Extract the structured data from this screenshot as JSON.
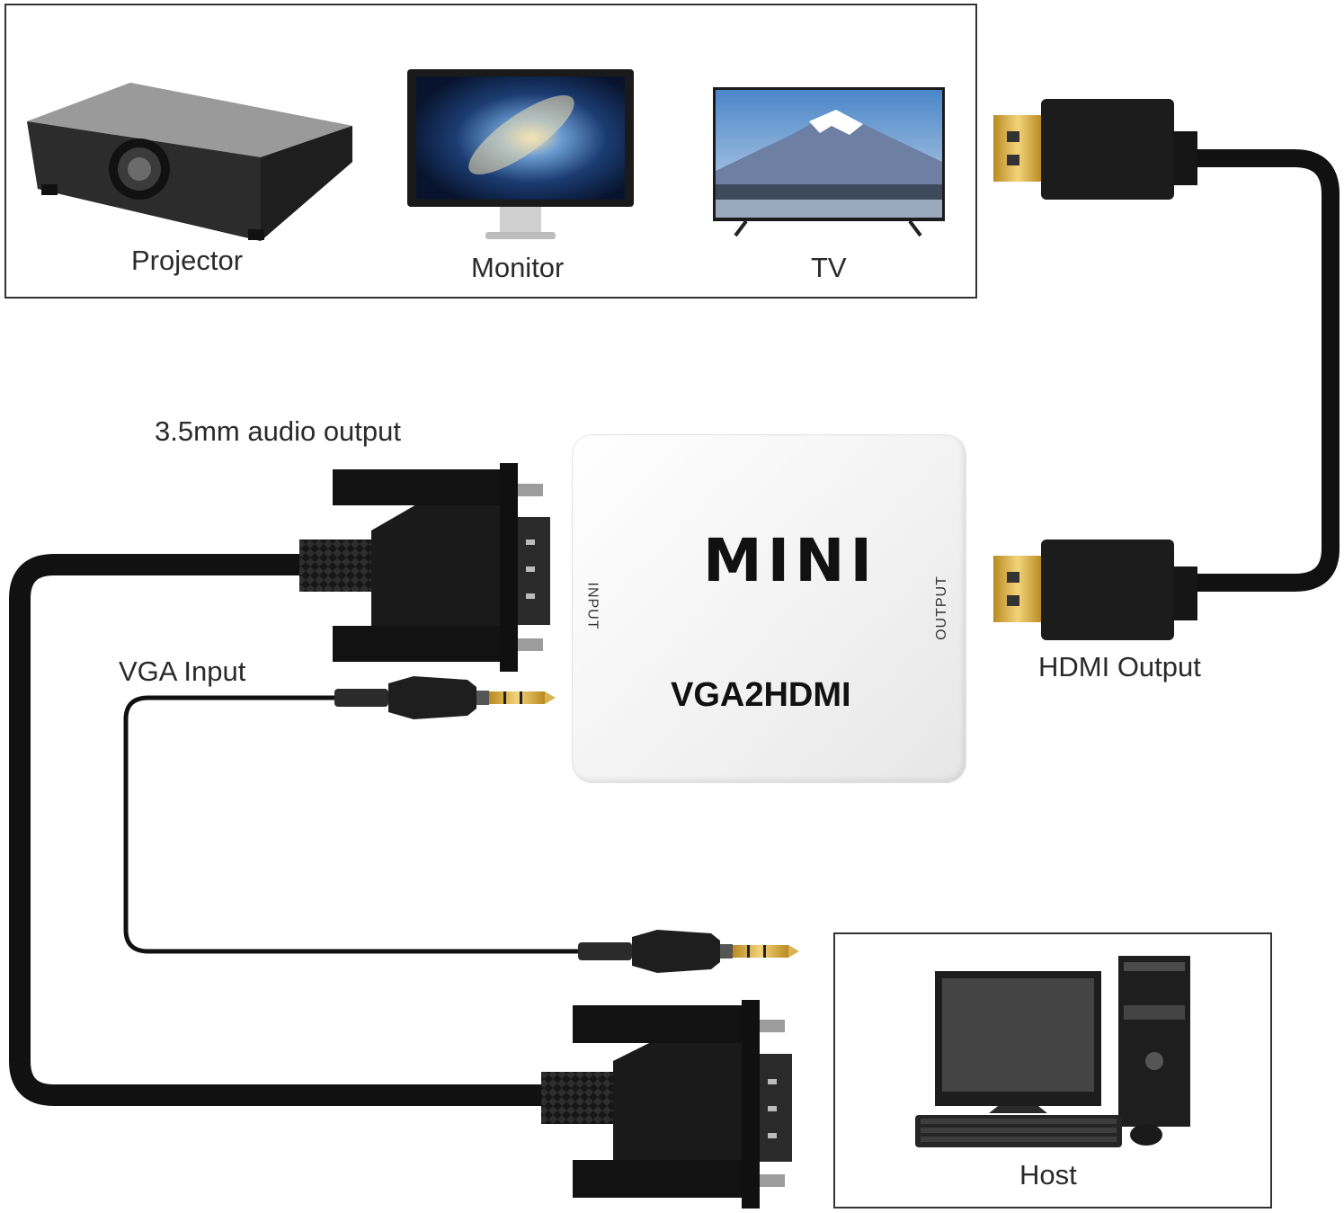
{
  "displays": {
    "projector_label": "Projector",
    "monitor_label": "Monitor",
    "tv_label": "TV"
  },
  "converter": {
    "mini_label": "MINI",
    "model_label": "VGA2HDMI",
    "input_port_label": "INPUT",
    "output_port_label": "OUTPUT"
  },
  "labels": {
    "audio_output": "3.5mm audio output",
    "vga_input": "VGA Input",
    "hdmi_output": "HDMI Output",
    "host": "Host"
  },
  "icons": [
    "projector-icon",
    "monitor-icon",
    "tv-icon",
    "hdmi-plug-icon",
    "vga-plug-icon",
    "audio-jack-icon",
    "desktop-computer-icon"
  ],
  "colors": {
    "cable": "#111111",
    "box_border": "#333333",
    "gold": "#d4a93a",
    "converter_body": "#f3f3f3"
  }
}
